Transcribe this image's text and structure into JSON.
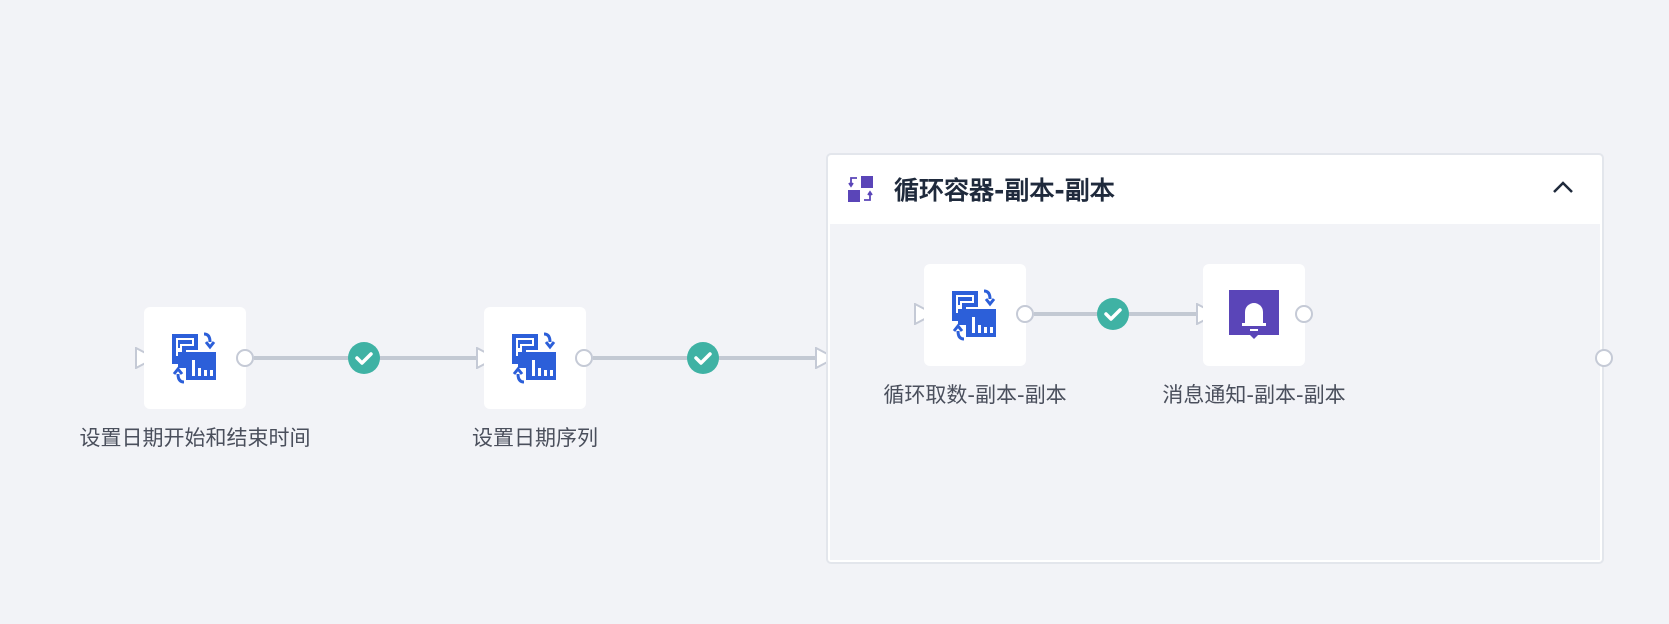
{
  "flow": {
    "nodes": [
      {
        "label": "设置日期开始和结束时间",
        "icon": "data-loop-icon"
      },
      {
        "label": "设置日期序列",
        "icon": "data-loop-icon"
      }
    ],
    "container": {
      "title": "循环容器-副本-副本",
      "icon": "loop-container-icon",
      "collapse_icon": "chevron-up-icon",
      "nodes": [
        {
          "label": "循环取数-副本-副本",
          "icon": "data-loop-icon"
        },
        {
          "label": "消息通知-副本-副本",
          "icon": "bell-icon"
        }
      ]
    }
  },
  "colors": {
    "background": "#f2f3f7",
    "success": "#3fb2a4",
    "blue_icon": "#2c5fd9",
    "purple_icon": "#5a45b8"
  }
}
